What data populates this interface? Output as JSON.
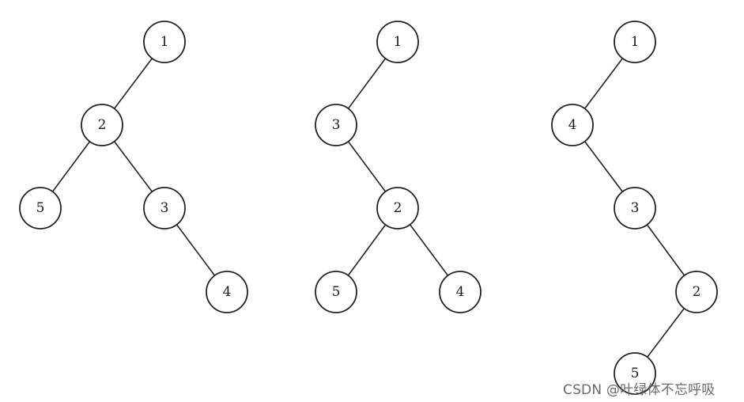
{
  "trees": [
    {
      "nodes": [
        {
          "id": "a1",
          "label": "1"
        },
        {
          "id": "a2",
          "label": "2"
        },
        {
          "id": "a5",
          "label": "5"
        },
        {
          "id": "a3",
          "label": "3"
        },
        {
          "id": "a4",
          "label": "4"
        }
      ],
      "edges": [
        [
          "a1",
          "a2"
        ],
        [
          "a2",
          "a5"
        ],
        [
          "a2",
          "a3"
        ],
        [
          "a3",
          "a4"
        ]
      ]
    },
    {
      "nodes": [
        {
          "id": "b1",
          "label": "1"
        },
        {
          "id": "b3",
          "label": "3"
        },
        {
          "id": "b2",
          "label": "2"
        },
        {
          "id": "b5",
          "label": "5"
        },
        {
          "id": "b4",
          "label": "4"
        }
      ],
      "edges": [
        [
          "b1",
          "b3"
        ],
        [
          "b3",
          "b2"
        ],
        [
          "b2",
          "b5"
        ],
        [
          "b2",
          "b4"
        ]
      ]
    },
    {
      "nodes": [
        {
          "id": "c1",
          "label": "1"
        },
        {
          "id": "c4",
          "label": "4"
        },
        {
          "id": "c3",
          "label": "3"
        },
        {
          "id": "c2",
          "label": "2"
        },
        {
          "id": "c5",
          "label": "5"
        }
      ],
      "edges": [
        [
          "c1",
          "c4"
        ],
        [
          "c4",
          "c3"
        ],
        [
          "c3",
          "c2"
        ],
        [
          "c2",
          "c5"
        ]
      ]
    }
  ],
  "watermark": {
    "text": "CSDN @叶绿体不忘呼吸"
  }
}
